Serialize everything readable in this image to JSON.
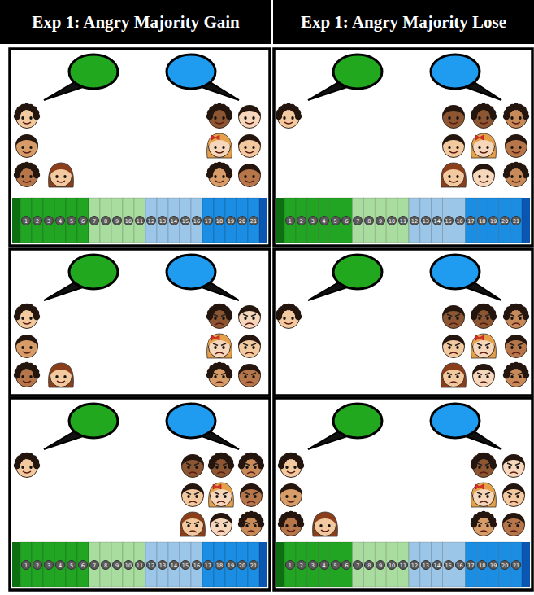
{
  "diagram": {
    "nodes": [
      {
        "text": [
          "Exp 1: Angry Majority Gain"
        ]
      },
      {
        "text": [
          "Exp 1: Angry Majority Lose"
        ]
      }
    ],
    "labels": [
      "1",
      "2",
      "3",
      "4",
      "5",
      "6",
      "7",
      "8",
      "9",
      "10",
      "11",
      "12",
      "13",
      "14",
      "15",
      "16",
      "17",
      "18",
      "19",
      "20",
      "21",
      "1",
      "2",
      "3",
      "4",
      "5",
      "6",
      "7",
      "8",
      "9",
      "10",
      "11",
      "12",
      "13",
      "14",
      "15",
      "16",
      "17",
      "18",
      "19",
      "20",
      "21",
      "1",
      "2",
      "3",
      "4",
      "5",
      "6",
      "7",
      "8",
      "9",
      "10",
      "11",
      "12",
      "13",
      "14",
      "15",
      "16",
      "17",
      "18",
      "19",
      "20",
      "21",
      "1",
      "2",
      "3",
      "4",
      "5",
      "6",
      "7",
      "8",
      "9",
      "10",
      "11",
      "12",
      "13",
      "14",
      "15",
      "16",
      "17",
      "18",
      "19",
      "20",
      "21"
    ]
  }
}
